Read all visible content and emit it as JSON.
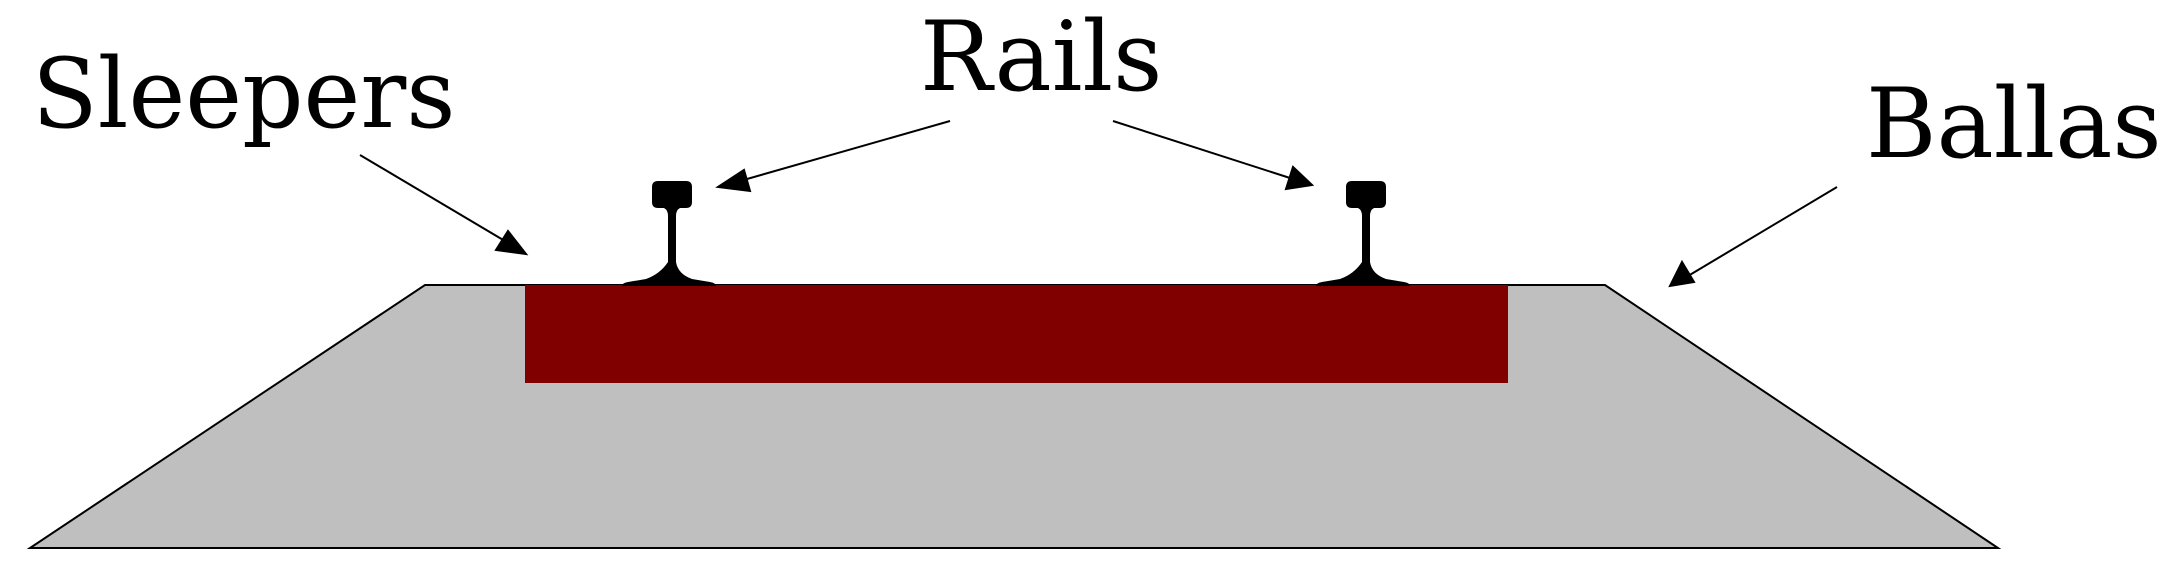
{
  "labels": {
    "sleepers": "Sleepers",
    "rails": "Rails",
    "ballast": "Ballast"
  },
  "colors": {
    "sleeper": "#800000",
    "ballast": "#bfbfbf",
    "rail": "#000000",
    "outline": "#000000"
  }
}
